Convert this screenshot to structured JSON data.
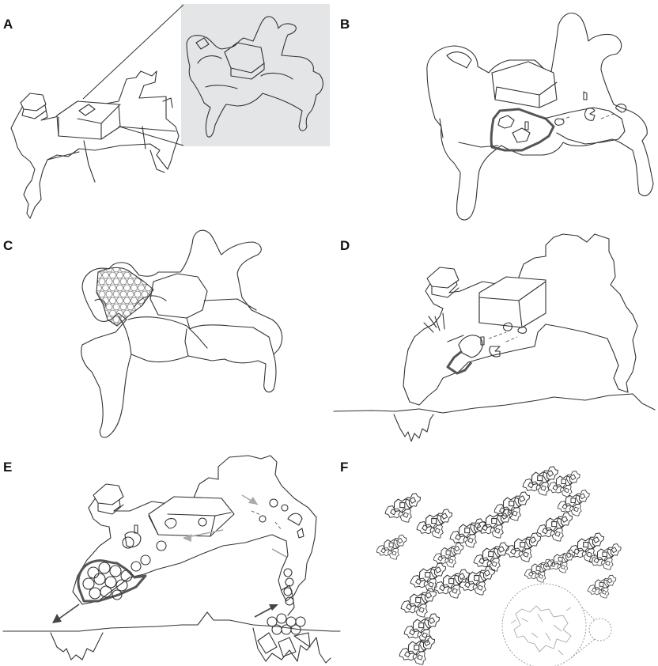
{
  "figure": {
    "panels": [
      {
        "id": "A",
        "label": "A",
        "inset_color": "#e4e5e7"
      },
      {
        "id": "B",
        "label": "B"
      },
      {
        "id": "C",
        "label": "C"
      },
      {
        "id": "D",
        "label": "D"
      },
      {
        "id": "E",
        "label": "E"
      },
      {
        "id": "F",
        "label": "F"
      }
    ],
    "colors": {
      "line": "#333333",
      "emphasis": "#555555",
      "inset": "#e4e5e7",
      "arrow_light": "#aaaaaa"
    }
  }
}
